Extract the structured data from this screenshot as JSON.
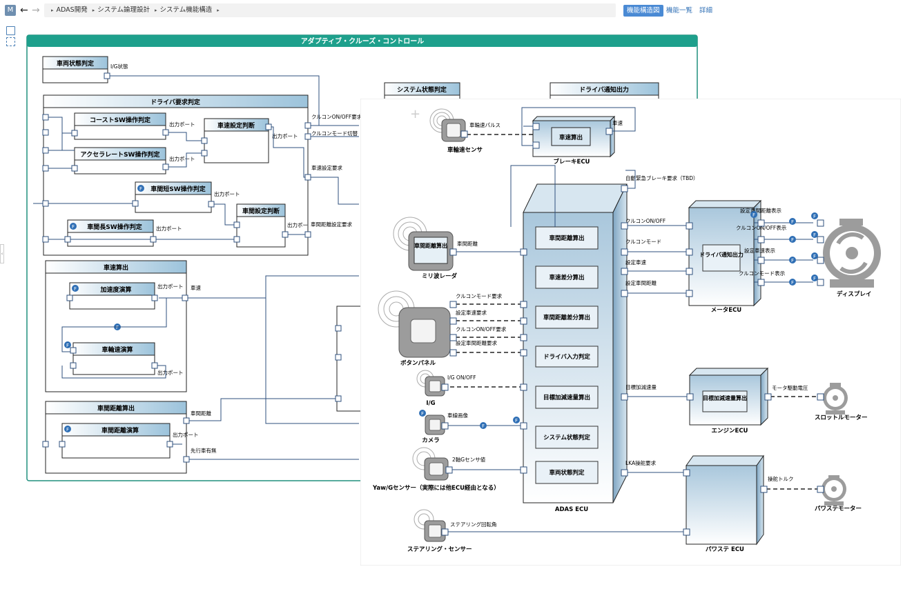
{
  "topbar": {
    "app_badge": "M",
    "back_icon": "←",
    "forward_icon": "→",
    "breadcrumb": [
      "ADAS開発",
      "システム論理設計",
      "システム機能構造"
    ],
    "tabs": [
      {
        "label": "機能構造図",
        "active": true
      },
      {
        "label": "機能一覧",
        "active": false
      },
      {
        "label": "詳細",
        "active": false
      }
    ]
  },
  "back_diagram": {
    "title": "アダプティブ・クルーズ・コントロール",
    "blocks": {
      "vehicle_state": "車両状態判定",
      "driver_request": "ドライバ要求判定",
      "coast_sw": "コーストSW操作判定",
      "accel_sw": "アクセラレートSW操作判定",
      "speed_set": "車速設定判断",
      "gap_short_sw": "車間短SW操作判定",
      "gap_set": "車間設定判断",
      "gap_long_sw": "車間長SW操作判定",
      "speed_calc": "車速算出",
      "accel_calc": "加速度演算",
      "wheel_speed_calc": "車輪速演算",
      "gap_dist_calc": "車間距離算出",
      "gap_dist_op": "車間距離演算",
      "system_state": "システム状態判定",
      "driver_notify": "ドライバ通知出力"
    },
    "labels": {
      "ig_state": "I/G状態",
      "out_port": "出力ポート",
      "cruise_onoff_req": "クルコンON/OFF要求",
      "cruise_mode_switch": "クルコンモード切替",
      "speed_set_req": "車速設定要求",
      "gap_set_req": "車間距離設定要求",
      "speed": "車速",
      "gap_distance": "車間距離",
      "preceding_vehicle": "先行車有無",
      "out_port_short": "出力ポー"
    },
    "f_badge": "F"
  },
  "front_diagram": {
    "components": {
      "wheel_sensor": "車輪速センサ",
      "brake_ecu": "ブレーキECU",
      "speed_calc": "車速算出",
      "mm_radar": "ミリ波レーダ",
      "gap_calc_box": "車間距離算出",
      "button_panel": "ボタンパネル",
      "ig": "I/G",
      "camera": "カメラ",
      "yaw_sensor": "Yaw/Gセンサー（実際には他ECU経由となる）",
      "steering_sensor": "ステアリング・センサー",
      "adas_ecu": "ADAS ECU",
      "meter_ecu": "メータECU",
      "driver_notify": "ドライバ通知出力",
      "display": "ディスプレイ",
      "engine_ecu": "エンジンECU",
      "target_accel_box": "目標加減速量算出",
      "throttle_motor": "スロットルモーター",
      "ps_ecu": "パワステ ECU",
      "ps_motor": "パワステモーター"
    },
    "adas_functions": [
      "車間距離算出",
      "車速差分算出",
      "車間距離差分算出",
      "ドライバ入力判定",
      "目標加減速量算出",
      "システム状態判定",
      "車両状態判定"
    ],
    "labels": {
      "wheel_pulse": "車輪速パルス",
      "speed": "車速",
      "auto_brake_req": "自動緊急ブレーキ要求（TBD）",
      "gap_distance": "車間距離",
      "cruise_mode_req": "クルコンモード要求",
      "set_speed_req": "設定車速要求",
      "cruise_onoff_req": "クルコンON/OFF要求",
      "set_gap_req": "設定車間距離要求",
      "ig_onoff": "I/G ON/OFF",
      "lane_image": "車線画像",
      "two_axis_g": "2軸Gセンサ値",
      "steering_angle": "ステアリング回転角",
      "cruise_onoff": "クルコンON/OFF",
      "cruise_mode": "クルコンモード",
      "set_speed": "設定車速",
      "set_gap": "設定車間距離",
      "target_accel": "目標加減速量",
      "lka_req": "LKA操舵要求",
      "set_gap_disp": "設定車間距離表示",
      "cruise_onoff_disp": "クルコンON/OFF表示",
      "set_speed_disp": "設定車速表示",
      "cruise_mode_disp": "クルコンモード表示",
      "motor_voltage": "モータ駆動電圧",
      "steer_torque": "操舵トルク"
    },
    "f_badge": "F"
  }
}
